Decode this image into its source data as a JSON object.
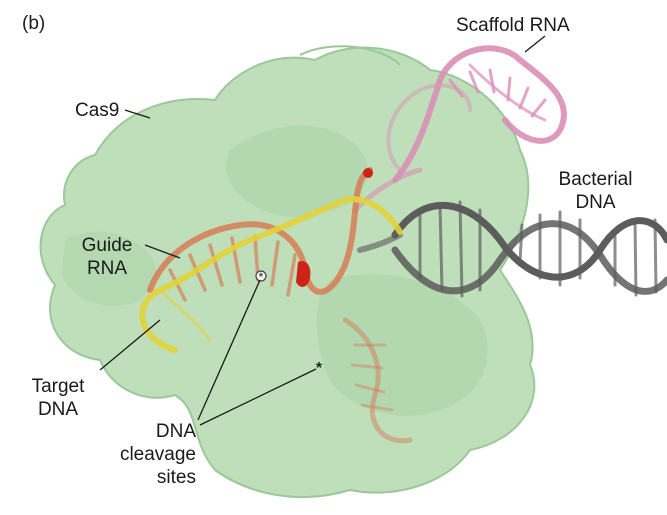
{
  "figure": {
    "panel_label": "(b)",
    "labels": {
      "scaffold_rna": "Scaffold RNA",
      "cas9": "Cas9",
      "bacterial_dna": [
        "Bacterial",
        "DNA"
      ],
      "guide_rna": [
        "Guide",
        "RNA"
      ],
      "target_dna": [
        "Target",
        "DNA"
      ],
      "cleavage_sites": [
        "DNA",
        "cleavage",
        "sites"
      ]
    },
    "colors": {
      "cas9_surface": "#b9dcb4",
      "cas9_shade": "#9cc79a",
      "scaffold_rna": "#d98fb6",
      "guide_rna": "#d8764f",
      "target_dna": "#e2d23a",
      "bacterial_dna": "#5c5c5c",
      "cleavage_marker": "#cc2418",
      "leader_lines": "#1a1a1a"
    }
  }
}
